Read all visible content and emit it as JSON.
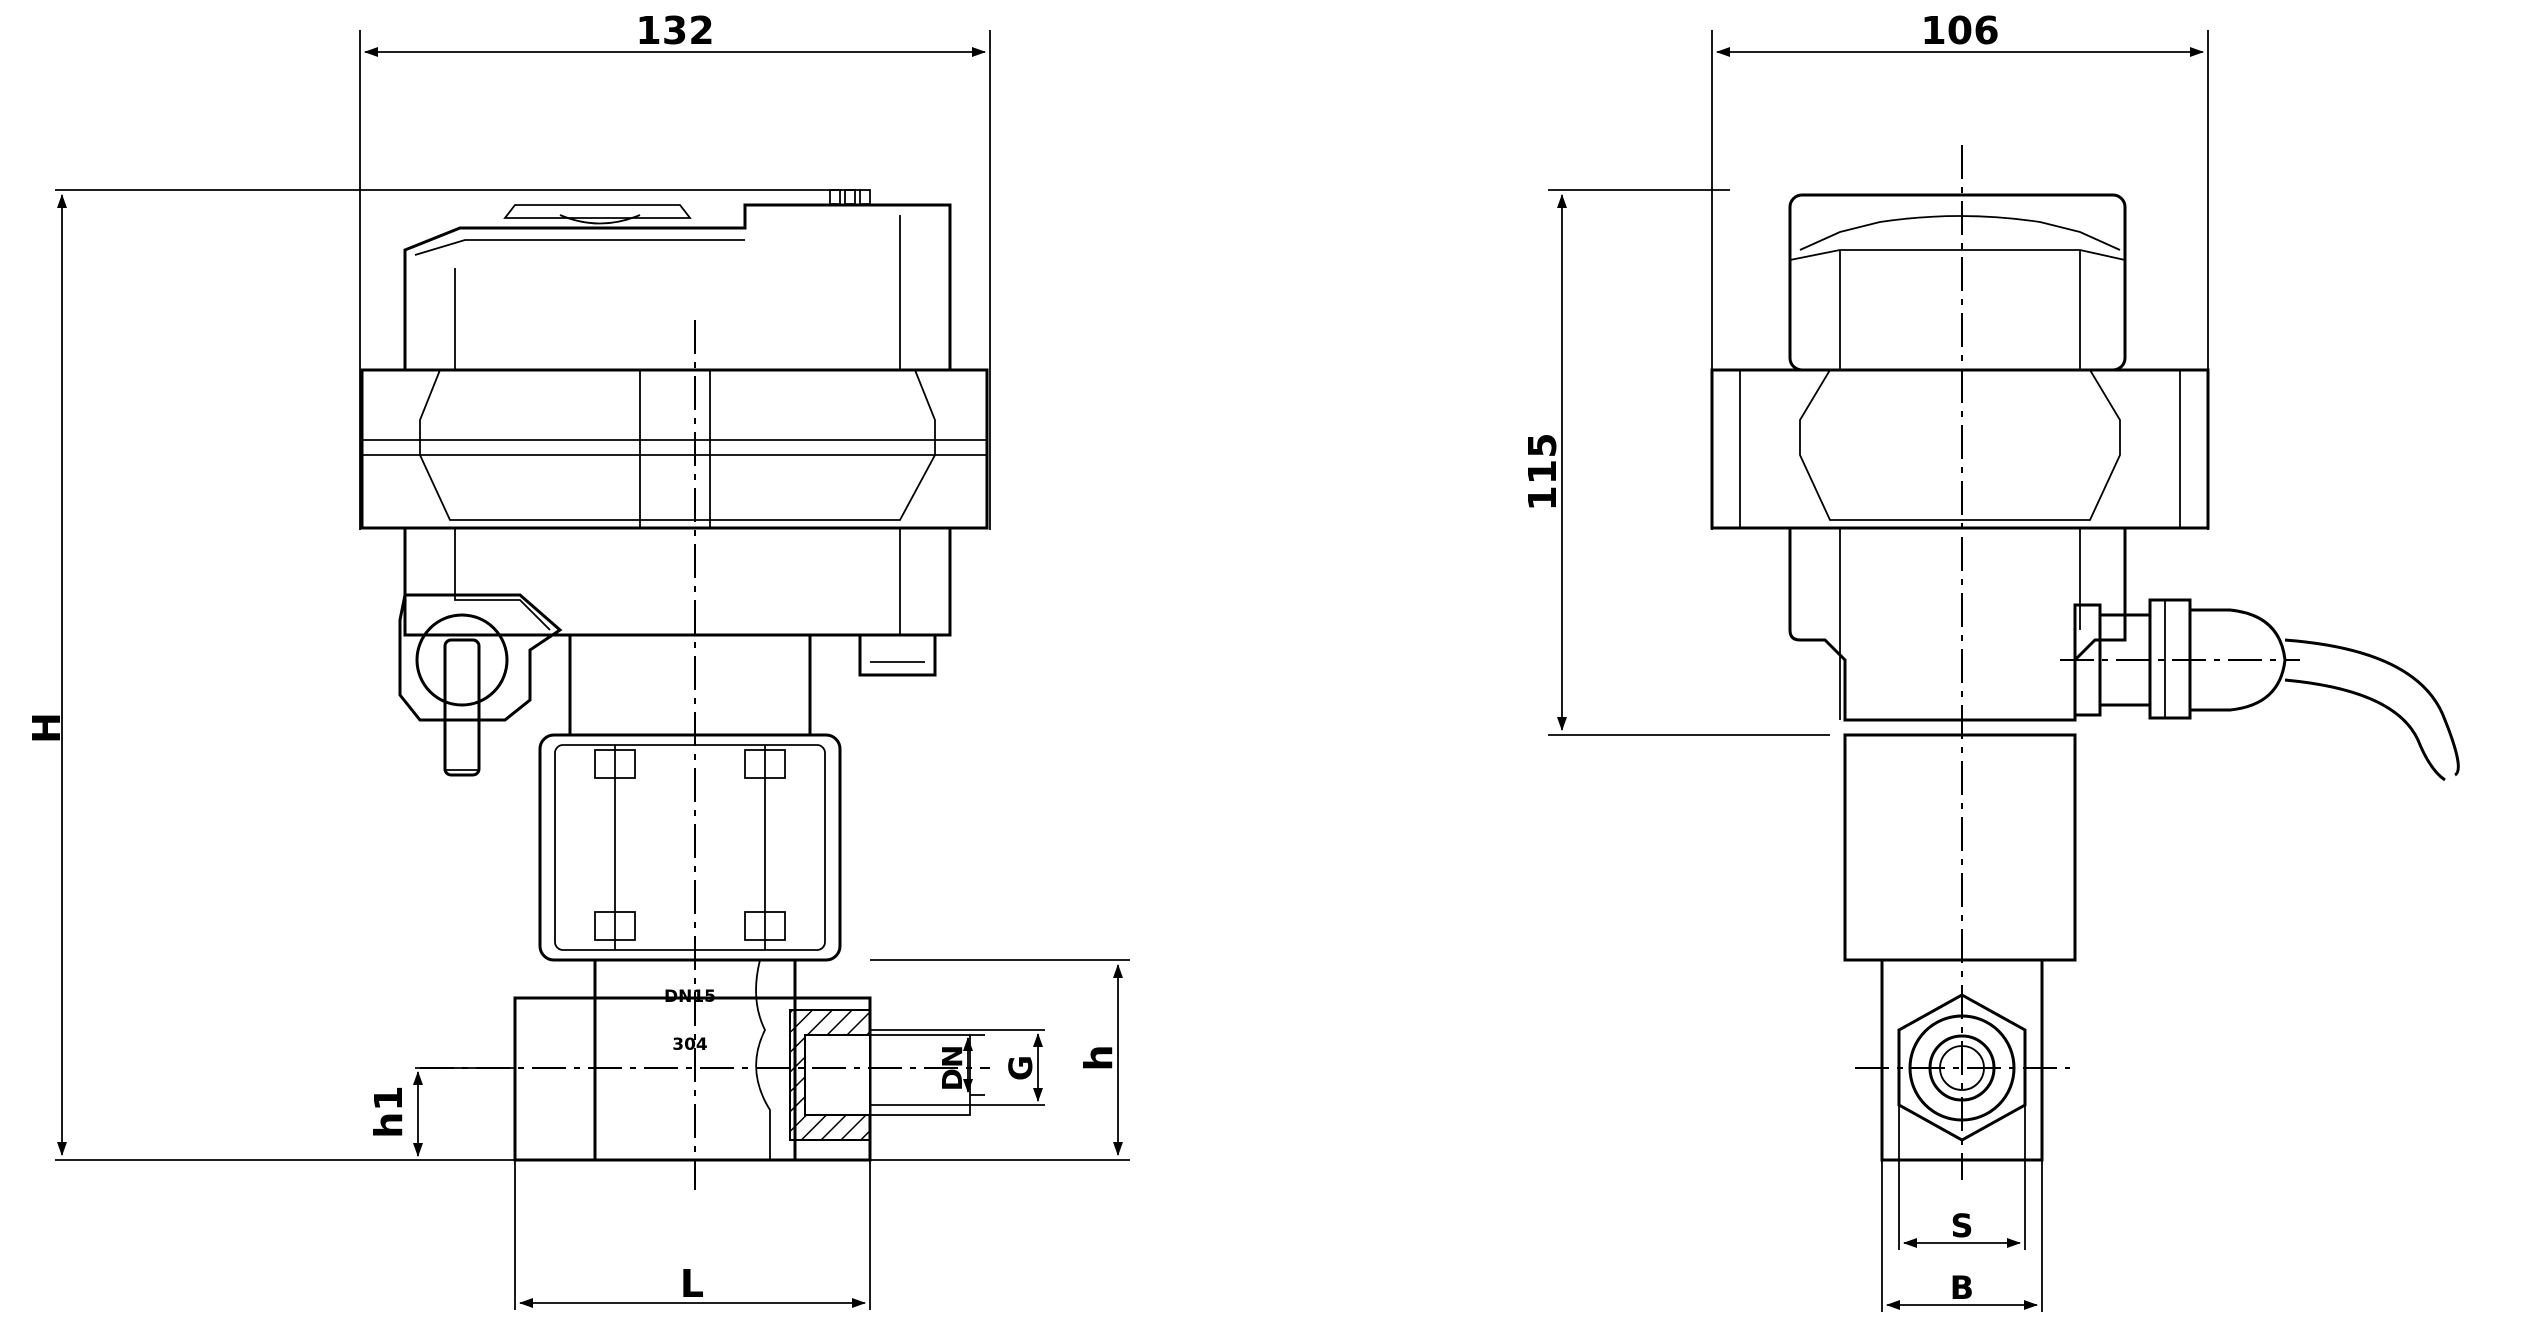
{
  "views": {
    "front": {
      "width_dim": "132",
      "height_dim": "H",
      "h1_dim": "h1",
      "h_dim": "h",
      "g_dim": "G",
      "dn_dim": "DN",
      "length_dim": "L",
      "body_label_1": "DN15",
      "body_label_2": "304"
    },
    "side": {
      "width_dim": "106",
      "height_dim": "115",
      "s_dim": "S",
      "b_dim": "B"
    }
  },
  "colors": {
    "line": "#000000",
    "background": "#ffffff"
  }
}
